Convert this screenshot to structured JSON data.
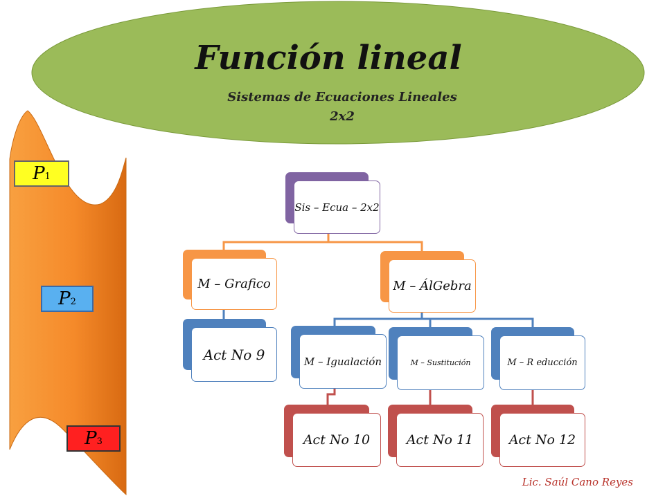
{
  "title": {
    "main": "Función lineal",
    "subtitle_line1": "Sistemas de Ecuaciones Lineales",
    "subtitle_line2": "2x2"
  },
  "nav_buttons": [
    {
      "letter": "P",
      "index": "1",
      "color": "#ffff22"
    },
    {
      "letter": "P",
      "index": "2",
      "color": "#59b0f0"
    },
    {
      "letter": "P",
      "index": "3",
      "color": "#ff2020"
    }
  ],
  "diagram": {
    "root": "Sis – Ecua – 2x2",
    "methods": {
      "grafico": "M – Grafico",
      "algebra": "M – ÁlGebra",
      "igualacion": "M – Igualación",
      "sustitucion": "M – Sustitución",
      "reduccion": "M – R educción"
    },
    "activities": {
      "act9": "Act   No   9",
      "act10": "Act   No   10",
      "act11": "Act   No   11",
      "act12": "Act   No   12"
    }
  },
  "author": "Lic. Saúl Cano Reyes",
  "colors": {
    "oval": "#9bbb59",
    "side_shape": "#f58a2a",
    "purple": "#8064a2",
    "orange": "#f79646",
    "blue": "#4f81bd",
    "red": "#c0504d"
  }
}
